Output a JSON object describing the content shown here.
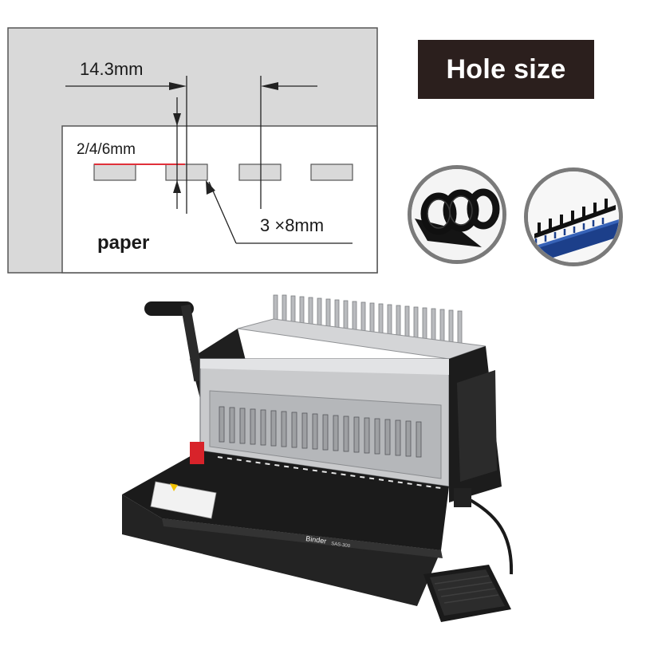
{
  "header": {
    "title": "Hole size"
  },
  "diagram": {
    "pitch_label": "14.3mm",
    "margin_label": "2/4/6mm",
    "hole_label": "3 ×8mm",
    "paper_label": "paper"
  },
  "icons": {
    "comb_ring": "plastic-comb-ring-icon",
    "comb_strip": "plastic-comb-strip-icon"
  },
  "product": {
    "brand": "Binder",
    "model": "SAS-300"
  },
  "colors": {
    "badge_bg": "#2b1f1d",
    "panel_gray": "#d9d9d9",
    "margin_line": "#e0303a",
    "machine_black": "#1b1b1b",
    "machine_silver": "#c9cacc",
    "comb_blue": "#1c3f8a",
    "adjuster_red": "#d8232a"
  }
}
